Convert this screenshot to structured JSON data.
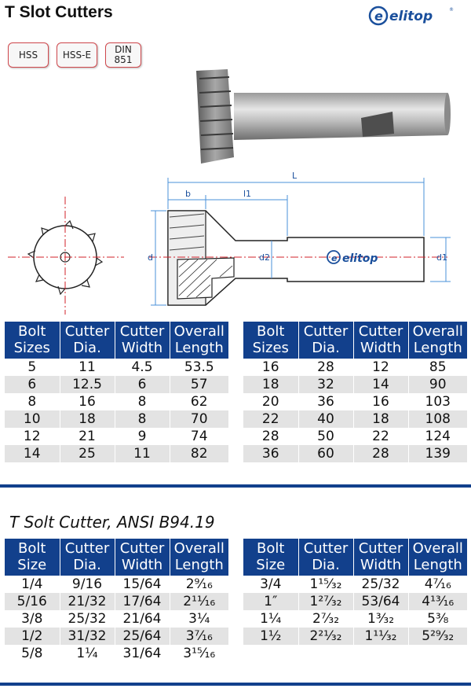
{
  "title": "T Slot Cutters",
  "brand": "elitop",
  "badges": [
    "HSS",
    "HSS-E",
    "DIN",
    "851"
  ],
  "drawing_labels": {
    "L": "L",
    "b": "b",
    "l1": "l1",
    "d": "d",
    "d2": "d2",
    "d1": "d1",
    "brand": "elitop"
  },
  "table1": {
    "headers": [
      [
        "Bolt",
        "Sizes"
      ],
      [
        "Cutter",
        "Dia."
      ],
      [
        "Cutter",
        "Width"
      ],
      [
        "Overall",
        "Length"
      ]
    ],
    "left": [
      [
        "5",
        "11",
        "4.5",
        "53.5"
      ],
      [
        "6",
        "12.5",
        "6",
        "57"
      ],
      [
        "8",
        "16",
        "8",
        "62"
      ],
      [
        "10",
        "18",
        "8",
        "70"
      ],
      [
        "12",
        "21",
        "9",
        "74"
      ],
      [
        "14",
        "25",
        "11",
        "82"
      ]
    ],
    "right": [
      [
        "16",
        "28",
        "12",
        "85"
      ],
      [
        "18",
        "32",
        "14",
        "90"
      ],
      [
        "20",
        "36",
        "16",
        "103"
      ],
      [
        "22",
        "40",
        "18",
        "108"
      ],
      [
        "28",
        "50",
        "22",
        "124"
      ],
      [
        "36",
        "60",
        "28",
        "139"
      ]
    ]
  },
  "subtitle": "T Solt Cutter, ANSI B94.19",
  "table2": {
    "headers": [
      [
        "Bolt",
        "Size"
      ],
      [
        "Cutter",
        "Dia."
      ],
      [
        "Cutter",
        "Width"
      ],
      [
        "Overall",
        "Length"
      ]
    ],
    "left": [
      [
        "1/4",
        "9/16",
        "15/64",
        "2⁹⁄₁₆"
      ],
      [
        "5/16",
        "21/32",
        "17/64",
        "2¹¹⁄₁₆"
      ],
      [
        "3/8",
        "25/32",
        "21/64",
        "3¼"
      ],
      [
        "1/2",
        "31/32",
        "25/64",
        "3⁷⁄₁₆"
      ],
      [
        "5/8",
        "1¼",
        "31/64",
        "3¹⁵⁄₁₆"
      ]
    ],
    "right": [
      [
        "3/4",
        "1¹⁵⁄₃₂",
        "25/32",
        "4⁷⁄₁₆"
      ],
      [
        "1″",
        "1²⁷⁄₃₂",
        "53/64",
        "4¹³⁄₁₆"
      ],
      [
        "1¼",
        "2⁷⁄₃₂",
        "1³⁄₃₂",
        "5³⁄₈"
      ],
      [
        "1½",
        "2²¹⁄₃₂",
        "1¹¹⁄₃₂",
        "5²⁹⁄₃₂"
      ],
      [
        "",
        "",
        "",
        ""
      ]
    ]
  }
}
